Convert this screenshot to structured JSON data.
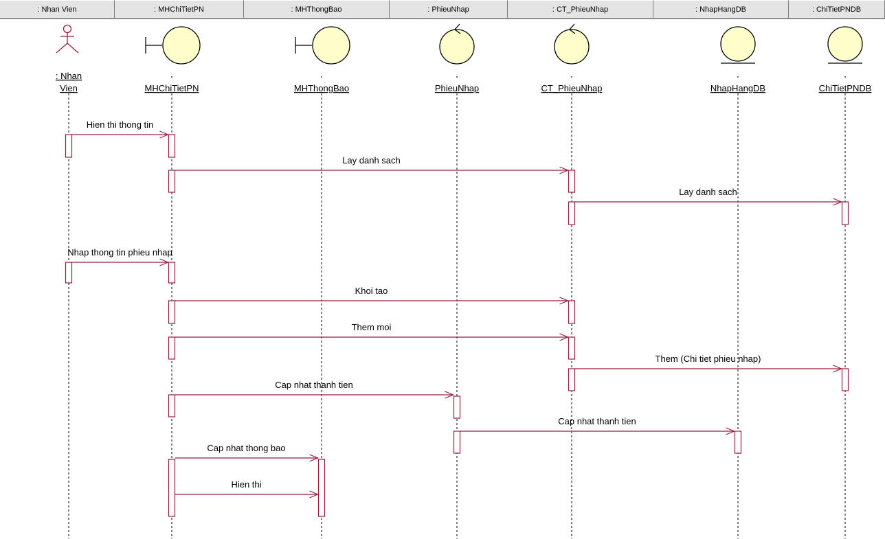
{
  "header": {
    "columns": [
      ": Nhan Vien",
      ": MHChiTietPN",
      ": MHThongBao",
      ": PhieuNhap",
      ": CT_PhieuNhap",
      ": NhapHangDB",
      ": ChiTietPNDB"
    ]
  },
  "lifelines": [
    {
      "id": "nhanvien",
      "kind": "actor",
      "label_lines": [
        ": Nhan",
        "Vien"
      ]
    },
    {
      "id": "mhchitietpn",
      "kind": "boundary",
      "label_lines": [
        "",
        "MHChiTietPN"
      ]
    },
    {
      "id": "mhthongbao",
      "kind": "boundary",
      "label_lines": [
        "",
        "MHThongBao"
      ]
    },
    {
      "id": "phieunhap",
      "kind": "control",
      "label_lines": [
        "",
        "PhieuNhap"
      ]
    },
    {
      "id": "ctphieunhap",
      "kind": "control",
      "label_lines": [
        "",
        "CT_PhieuNhap"
      ]
    },
    {
      "id": "nhaphangdb",
      "kind": "entity",
      "label_lines": [
        "",
        "NhapHangDB"
      ]
    },
    {
      "id": "chitietpndb",
      "kind": "entity",
      "label_lines": [
        "",
        "ChiTietPNDB"
      ]
    }
  ],
  "messages": [
    {
      "from": "nhanvien",
      "to": "mhchitietpn",
      "label": "Hien thi thong tin"
    },
    {
      "from": "mhchitietpn",
      "to": "ctphieunhap",
      "label": "Lay danh sach"
    },
    {
      "from": "ctphieunhap",
      "to": "chitietpndb",
      "label": "Lay danh sach"
    },
    {
      "from": "nhanvien",
      "to": "mhchitietpn",
      "label": "Nhap thong tin phieu nhap"
    },
    {
      "from": "mhchitietpn",
      "to": "ctphieunhap",
      "label": "Khoi tao"
    },
    {
      "from": "mhchitietpn",
      "to": "ctphieunhap",
      "label": "Them moi"
    },
    {
      "from": "ctphieunhap",
      "to": "chitietpndb",
      "label": "Them (Chi tiet phieu nhap)"
    },
    {
      "from": "mhchitietpn",
      "to": "phieunhap",
      "label": "Cap nhat thanh tien"
    },
    {
      "from": "phieunhap",
      "to": "nhaphangdb",
      "label": "Cap nhat thanh tien"
    },
    {
      "from": "mhchitietpn",
      "to": "mhthongbao",
      "label": "Cap nhat thong bao"
    },
    {
      "from": "mhchitietpn",
      "to": "mhthongbao",
      "label": "Hien thi"
    }
  ],
  "colors": {
    "message_line": "#9b1c3a",
    "icon_fill": "#ffffcc",
    "icon_stroke": "#000000",
    "actor": "#9b1c3a"
  }
}
